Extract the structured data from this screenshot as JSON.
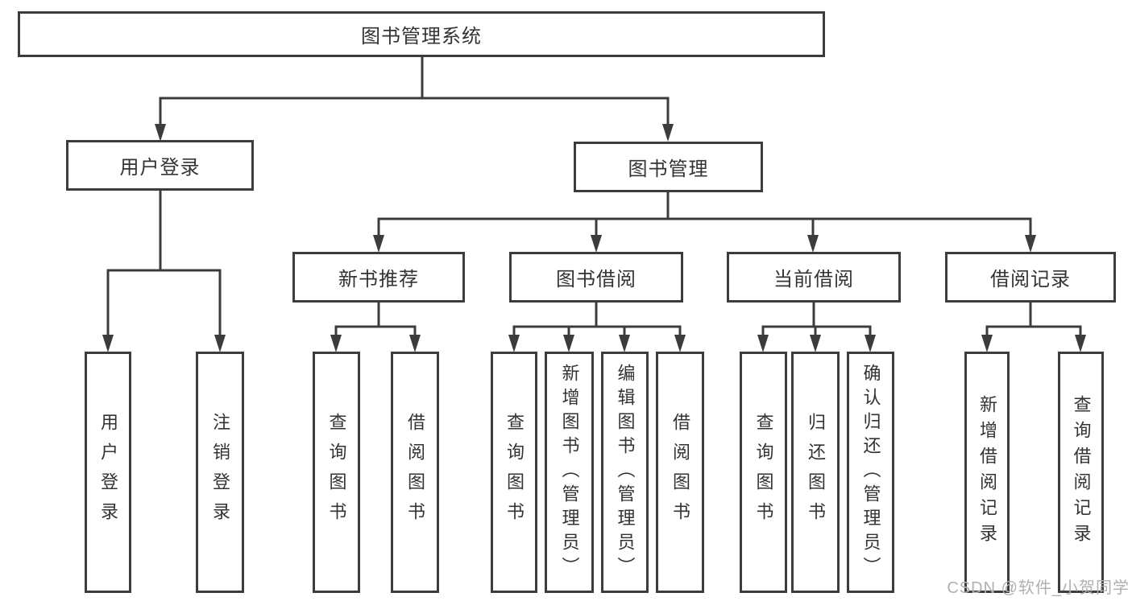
{
  "diagram": {
    "root": {
      "label": "图书管理系统"
    },
    "branches": [
      {
        "label": "用户登录",
        "children": [
          {
            "label": "用户登录"
          },
          {
            "label": "注销登录"
          }
        ]
      },
      {
        "label": "图书管理",
        "children": [
          {
            "label": "新书推荐",
            "children": [
              {
                "label": "查询图书"
              },
              {
                "label": "借阅图书"
              }
            ]
          },
          {
            "label": "图书借阅",
            "children": [
              {
                "label": "查询图书"
              },
              {
                "label": "新增图书（管理员）"
              },
              {
                "label": "编辑图书（管理员）"
              },
              {
                "label": "借阅图书"
              }
            ]
          },
          {
            "label": "当前借阅",
            "children": [
              {
                "label": "查询图书"
              },
              {
                "label": "归还图书"
              },
              {
                "label": "确认归还（管理员）"
              }
            ]
          },
          {
            "label": "借阅记录",
            "children": [
              {
                "label": "新增借阅记录"
              },
              {
                "label": "查询借阅记录"
              }
            ]
          }
        ]
      }
    ]
  },
  "watermark": {
    "text": "CSDN @软件_小贺同学"
  },
  "colors": {
    "line": "#3c3c3c",
    "box_border": "#3c3c3c",
    "text": "#333333",
    "background": "#ffffff",
    "watermark": "#b0b0b0"
  }
}
